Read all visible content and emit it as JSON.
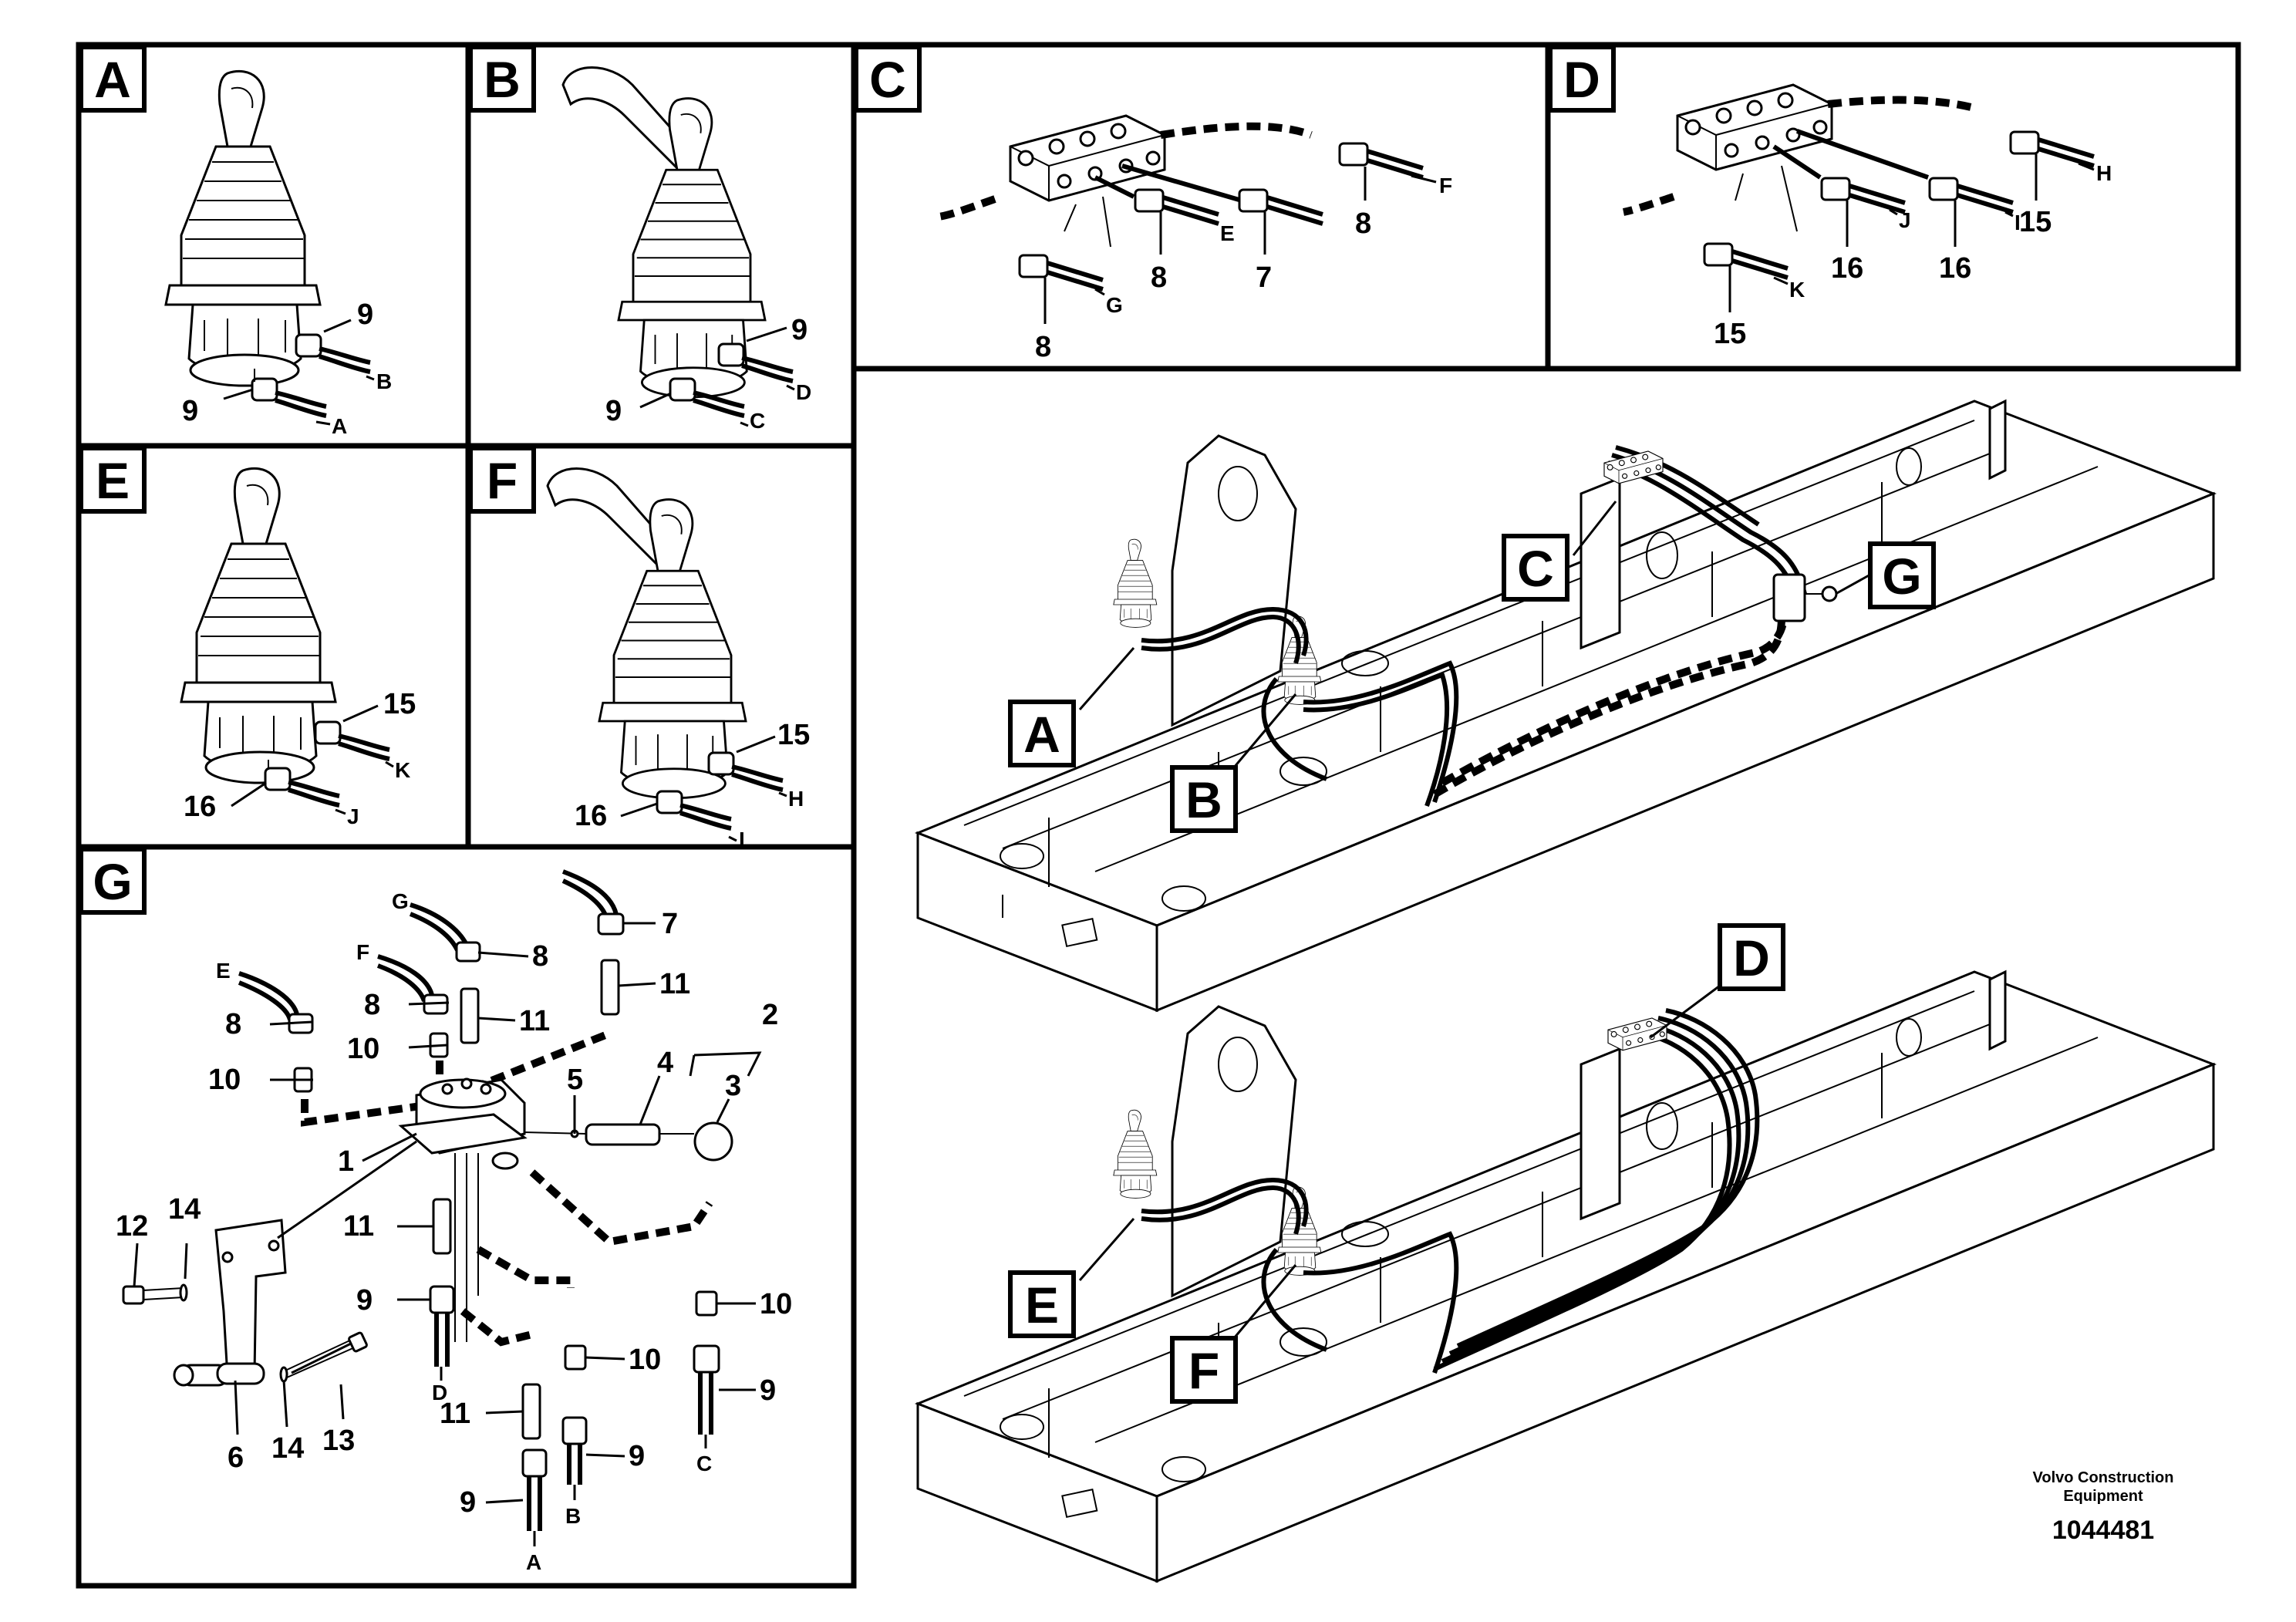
{
  "panels": {
    "A": {
      "label": "A",
      "callouts": [
        "9",
        "B",
        "9",
        "A"
      ]
    },
    "B": {
      "label": "B",
      "callouts": [
        "9",
        "D",
        "9",
        "C"
      ]
    },
    "C": {
      "label": "C",
      "callouts": [
        "F",
        "8",
        "E",
        "8",
        "7",
        "G",
        "8"
      ]
    },
    "D": {
      "label": "D",
      "callouts": [
        "H",
        "15",
        "J",
        "16",
        "I",
        "16",
        "K",
        "15"
      ]
    },
    "E": {
      "label": "E",
      "callouts": [
        "15",
        "K",
        "16",
        "J"
      ]
    },
    "F": {
      "label": "F",
      "callouts": [
        "15",
        "H",
        "16",
        "I"
      ]
    },
    "G": {
      "label": "G",
      "callouts": [
        "G",
        "7",
        "8",
        "F",
        "8",
        "11",
        "E",
        "8",
        "11",
        "10",
        "2",
        "10",
        "5",
        "4",
        "3",
        "1",
        "12",
        "14",
        "11",
        "9",
        "10",
        "D",
        "10",
        "11",
        "9",
        "13",
        "6",
        "14",
        "9",
        "9",
        "B",
        "C",
        "A"
      ]
    }
  },
  "overview": {
    "top_badges": [
      "C",
      "G",
      "A",
      "B"
    ],
    "bottom_badges": [
      "D",
      "E",
      "F"
    ]
  },
  "footer": {
    "brand_line1": "Volvo Construction",
    "brand_line2": "Equipment",
    "drawing_number": "1044481"
  }
}
